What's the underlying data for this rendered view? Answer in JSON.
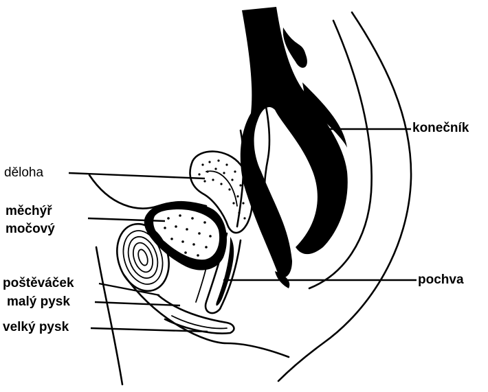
{
  "colors": {
    "ink": "#000000",
    "paper": "#ffffff"
  },
  "labels": {
    "deloha": "děloha",
    "mechyr_line1": "měchýř",
    "mechyr_line2": "močový",
    "postevacek": "poštěváček",
    "maly_pysk": "malý pysk",
    "velky_pysk": "velký pysk",
    "konecnik": "konečník",
    "pochva": "pochva"
  }
}
